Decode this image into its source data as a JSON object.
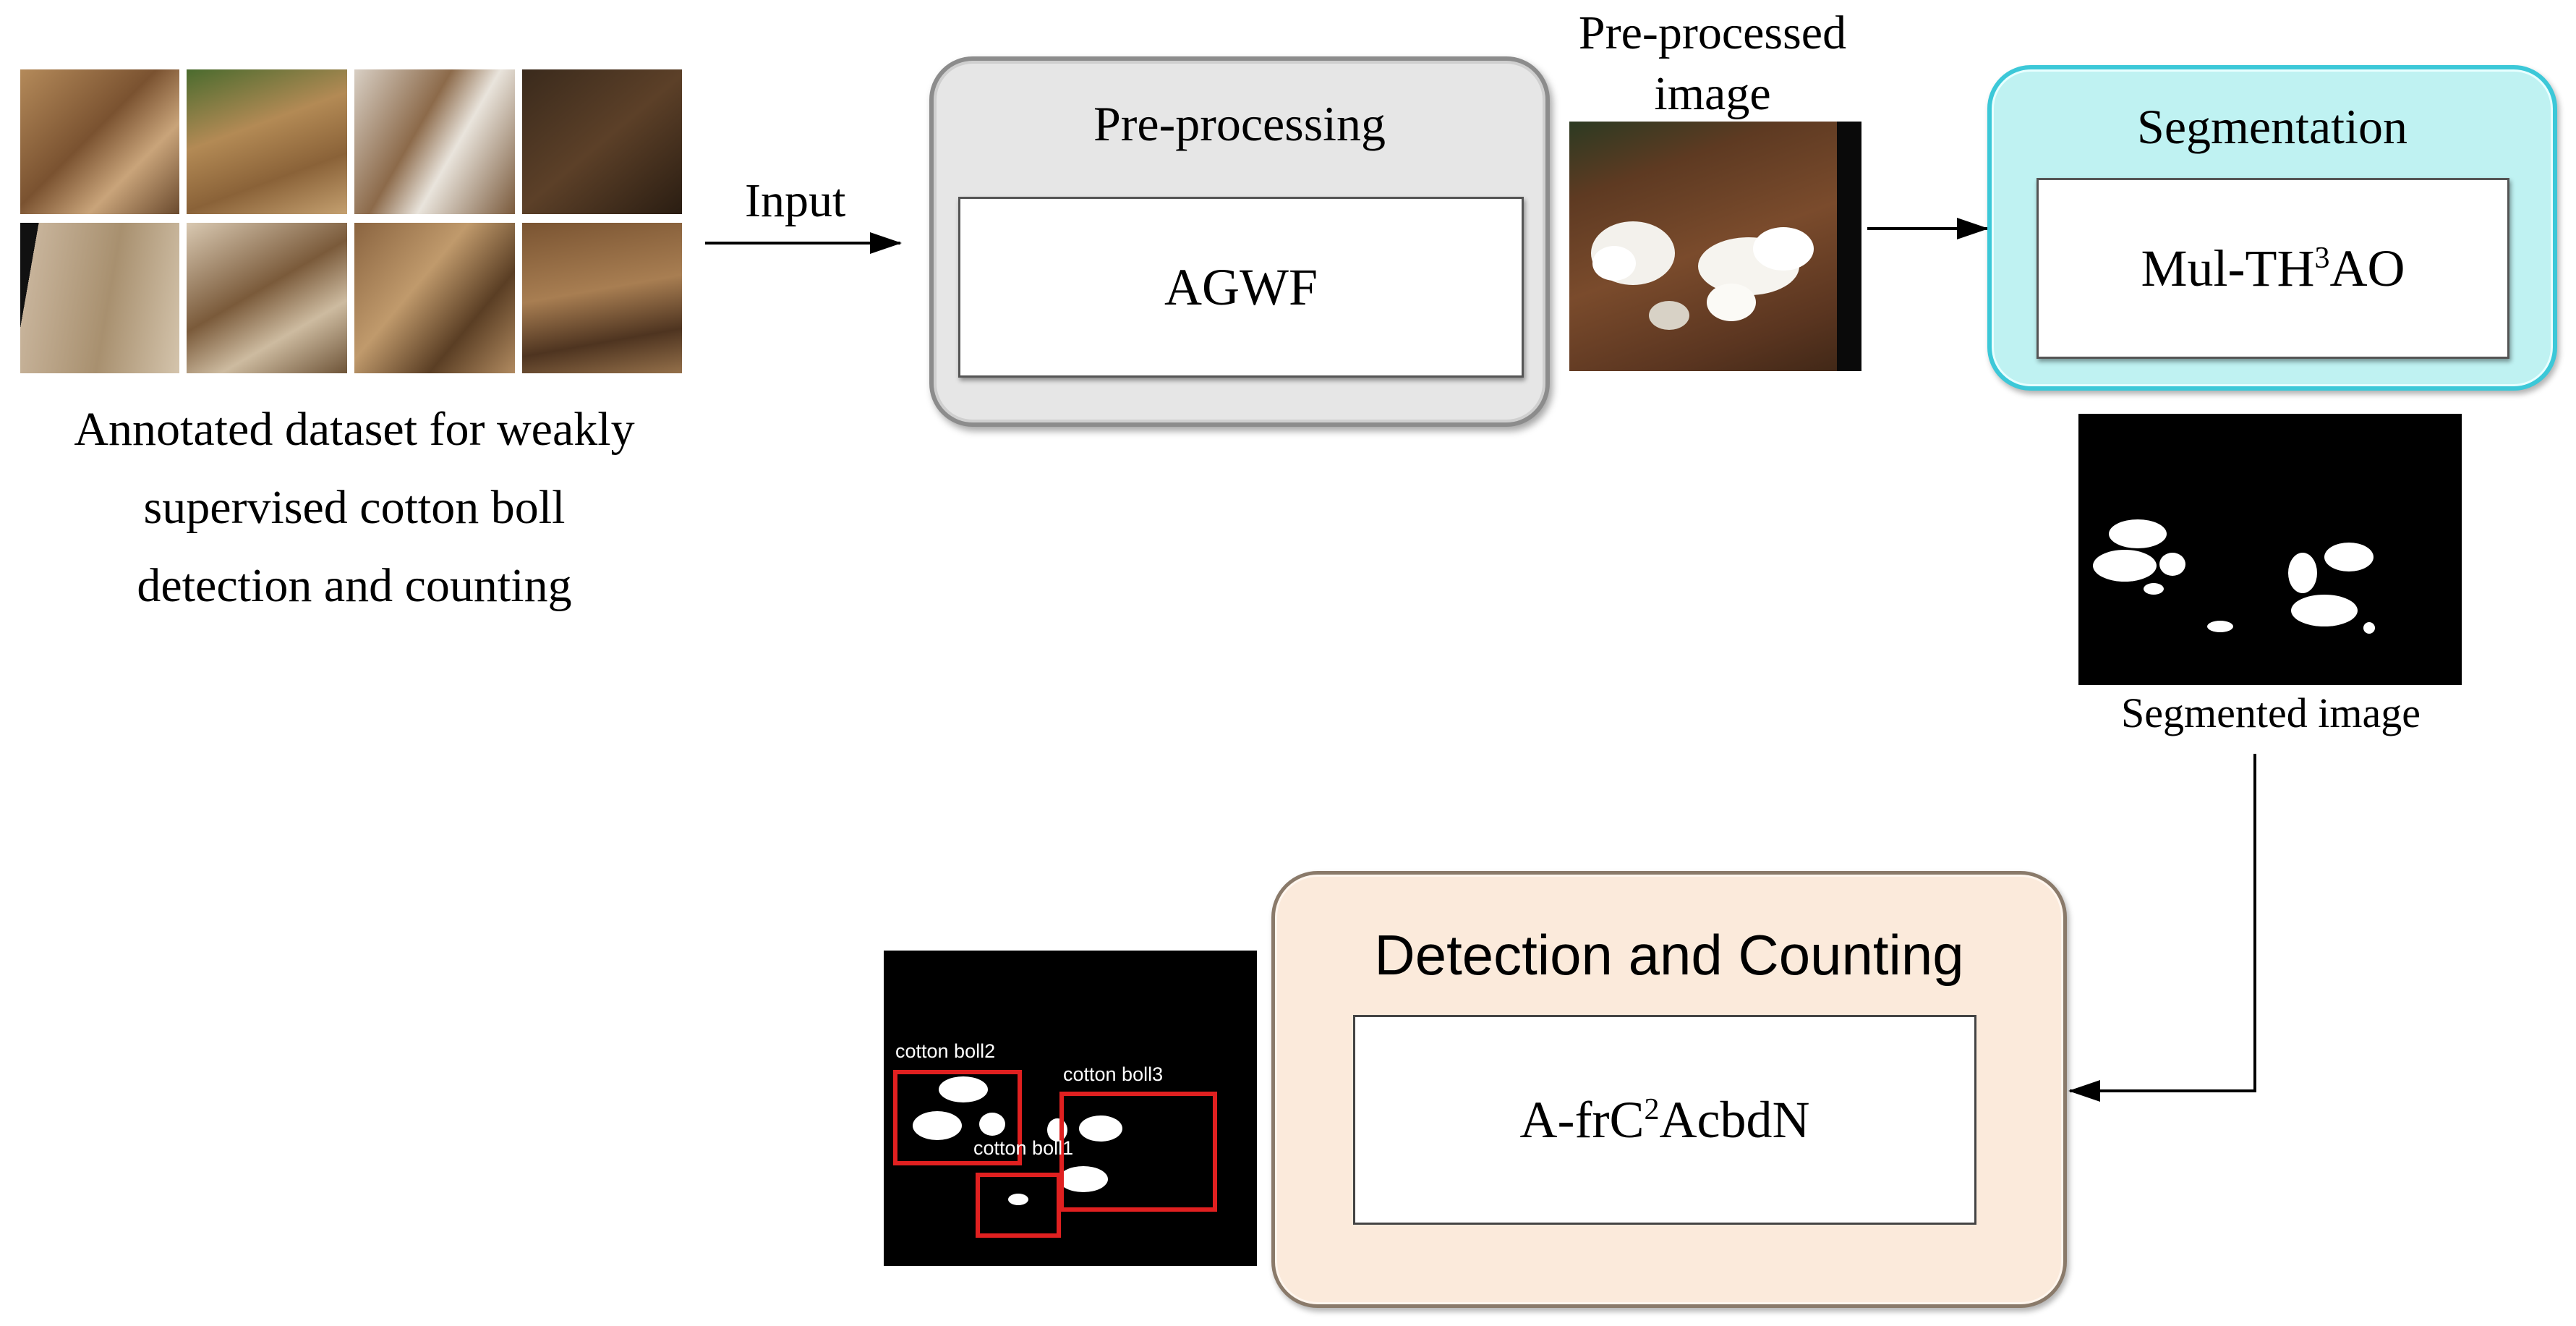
{
  "dataset": {
    "caption_lines": [
      "Annotated dataset for weakly",
      "supervised cotton boll",
      "detection and counting"
    ]
  },
  "input_label": "Input",
  "preprocessing": {
    "title": "Pre-processing",
    "method": "AGWF"
  },
  "preprocessed_image": {
    "caption_lines": [
      "Pre-processed",
      "image"
    ]
  },
  "segmentation": {
    "title": "Segmentation",
    "method_prefix": "Mul-TH",
    "method_sup": "3",
    "method_suffix": "AO"
  },
  "segmented_image": {
    "caption": "Segmented image"
  },
  "detection": {
    "title": "Detection and Counting",
    "method_prefix": "A-frC",
    "method_sup": "2",
    "method_suffix": "AcbdN"
  },
  "detection_output": {
    "labels": [
      "cotton boll2",
      "cotton boll3",
      "cotton boll1"
    ]
  },
  "colors": {
    "seg_fill": "#bff2f2",
    "seg_border": "#3cc8d8",
    "det_fill": "#fbeadb",
    "det_border": "#8a7a6a",
    "pre_fill": "#e6e6e6",
    "box_red": "#e02020"
  }
}
